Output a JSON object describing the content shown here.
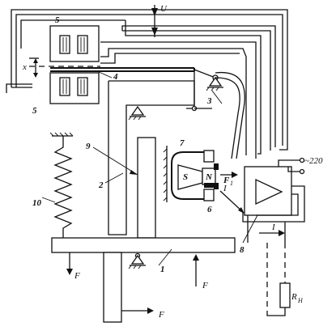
{
  "labels": {
    "input_voltage": "U",
    "coil": "5",
    "coil_bottom": "5",
    "gap": "x",
    "armature": "4",
    "lever": "3",
    "magnet_core": "7",
    "south": "S",
    "north": "N",
    "hall_element": "6",
    "current_top": "I",
    "current_bottom": "I",
    "force_output": "F",
    "force_sub": "1",
    "supply": "~220",
    "amplifier": "8",
    "arm": "9",
    "rod": "2",
    "spring": "10",
    "beam": "1",
    "force_left": "F",
    "force_right": "F",
    "force_bottom": "F",
    "load": "R",
    "load_sub": "H"
  }
}
